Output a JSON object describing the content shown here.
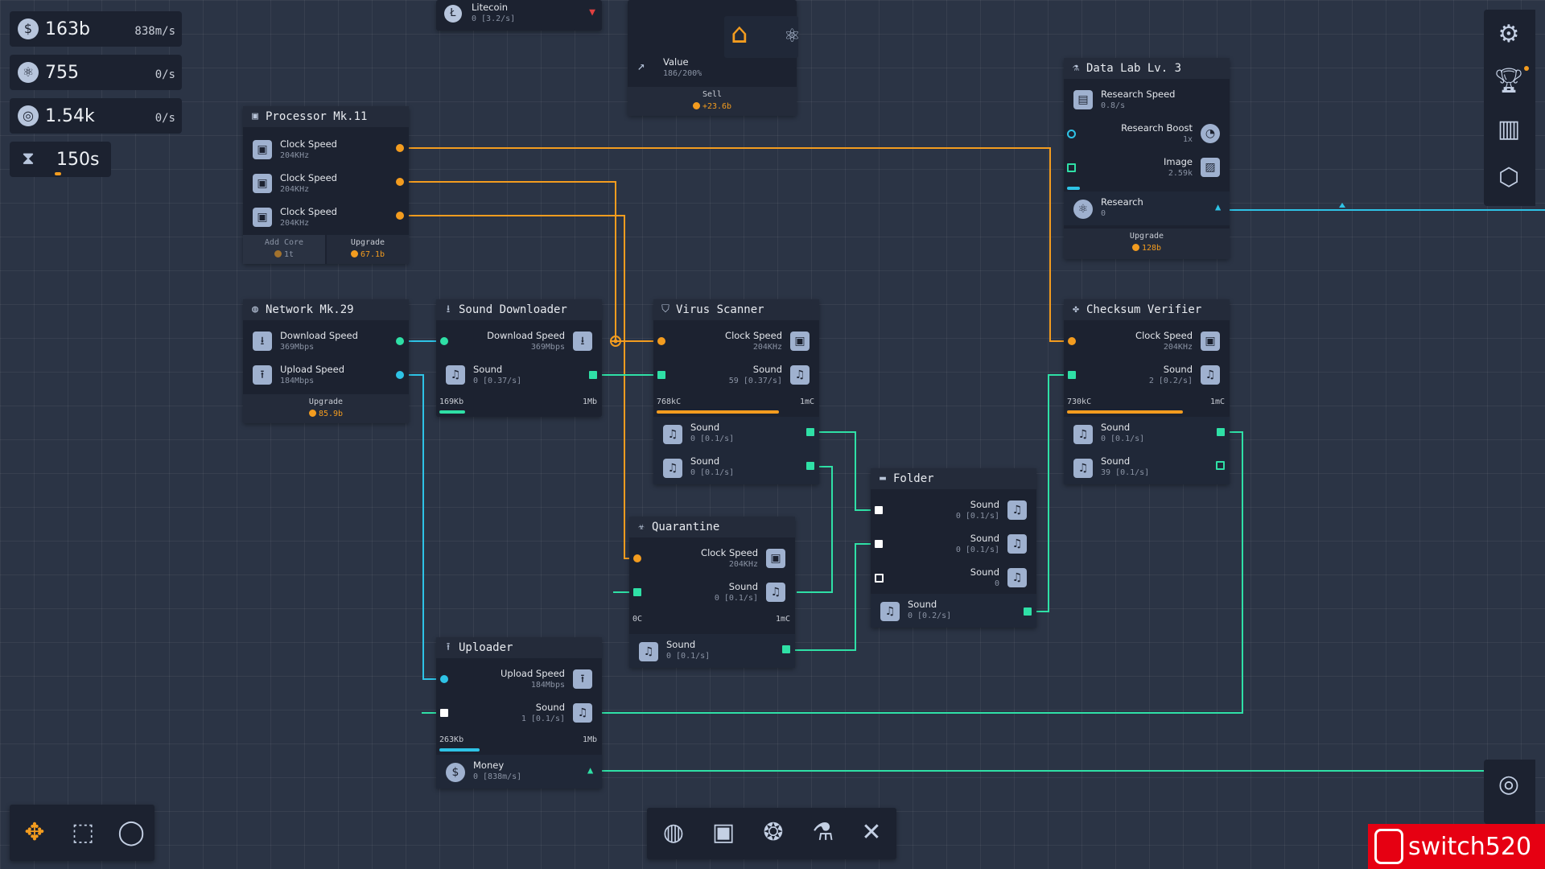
{
  "stats": {
    "money": {
      "value": "163b",
      "rate": "838m/s",
      "icon": "dollar-icon"
    },
    "research": {
      "value": "755",
      "rate": "0/s",
      "icon": "atom-icon"
    },
    "power": {
      "value": "1.54k",
      "rate": "0/s",
      "icon": "target-icon"
    },
    "timer": {
      "value": "150s",
      "icon": "hourglass-icon",
      "progress": 0.15
    }
  },
  "litecoin": {
    "name": "Litecoin",
    "rate": "0 [3.2/s]"
  },
  "market": {
    "value_label": "Value",
    "value_pct": "186/200%",
    "sell_label": "Sell",
    "sell_amount": "+23.6b"
  },
  "processor": {
    "title": "Processor Mk.11",
    "rows": [
      {
        "label": "Clock Speed",
        "sub": "204KHz"
      },
      {
        "label": "Clock Speed",
        "sub": "204KHz"
      },
      {
        "label": "Clock Speed",
        "sub": "204KHz"
      }
    ],
    "add_core": "Add Core",
    "add_core_cost": "1t",
    "upgrade": "Upgrade",
    "upgrade_cost": "67.1b"
  },
  "network": {
    "title": "Network Mk.29",
    "rows": [
      {
        "label": "Download Speed",
        "sub": "369Mbps"
      },
      {
        "label": "Upload Speed",
        "sub": "184Mbps"
      }
    ],
    "upgrade": "Upgrade",
    "upgrade_cost": "85.9b"
  },
  "sound_downloader": {
    "title": "Sound Downloader",
    "dl_label": "Download Speed",
    "dl_sub": "369Mbps",
    "sound_label": "Sound",
    "sound_sub": "0 [0.37/s]",
    "bar_left": "169Kb",
    "bar_right": "1Mb",
    "progress": 0.17
  },
  "virus_scanner": {
    "title": "Virus Scanner",
    "clock_label": "Clock Speed",
    "clock_sub": "204KHz",
    "sound_label": "Sound",
    "sound_sub": "59 [0.37/s]",
    "bar_left": "768kC",
    "bar_right": "1mC",
    "progress": 0.77,
    "out1_label": "Sound",
    "out1_sub": "0 [0.1/s]",
    "out2_label": "Sound",
    "out2_sub": "0 [0.1/s]"
  },
  "quarantine": {
    "title": "Quarantine",
    "clock_label": "Clock Speed",
    "clock_sub": "204KHz",
    "sound_label": "Sound",
    "sound_sub": "0 [0.1/s]",
    "bar_left": "0C",
    "bar_right": "1mC",
    "progress": 0.0,
    "out_label": "Sound",
    "out_sub": "0 [0.1/s]"
  },
  "folder": {
    "title": "Folder",
    "rows": [
      {
        "label": "Sound",
        "sub": "0 [0.1/s]"
      },
      {
        "label": "Sound",
        "sub": "0 [0.1/s]"
      },
      {
        "label": "Sound",
        "sub": "0"
      }
    ],
    "out_label": "Sound",
    "out_sub": "0 [0.2/s]"
  },
  "uploader": {
    "title": "Uploader",
    "ul_label": "Upload Speed",
    "ul_sub": "184Mbps",
    "sound_label": "Sound",
    "sound_sub": "1 [0.1/s]",
    "bar_left": "263Kb",
    "bar_right": "1Mb",
    "progress": 0.26,
    "money_label": "Money",
    "money_sub": "0 [838m/s]"
  },
  "data_lab": {
    "title": "Data Lab Lv. 3",
    "speed_label": "Research Speed",
    "speed_sub": "0.8/s",
    "boost_label": "Research Boost",
    "boost_sub": "1x",
    "image_label": "Image",
    "image_sub": "2.59k",
    "research_label": "Research",
    "research_sub": "0",
    "upgrade": "Upgrade",
    "upgrade_cost": "128b"
  },
  "checksum": {
    "title": "Checksum Verifier",
    "clock_label": "Clock Speed",
    "clock_sub": "204KHz",
    "sound_label": "Sound",
    "sound_sub": "2 [0.2/s]",
    "bar_left": "730kC",
    "bar_right": "1mC",
    "progress": 0.73,
    "out1_label": "Sound",
    "out1_sub": "0 [0.1/s]",
    "out2_label": "Sound",
    "out2_sub": "39 [0.1/s]"
  },
  "watermark": "switch520",
  "colors": {
    "orange": "#f39c1f",
    "cyan": "#2ec3e6",
    "green": "#2fe0a6",
    "panel": "#1c2230",
    "bg": "#2b3445"
  }
}
